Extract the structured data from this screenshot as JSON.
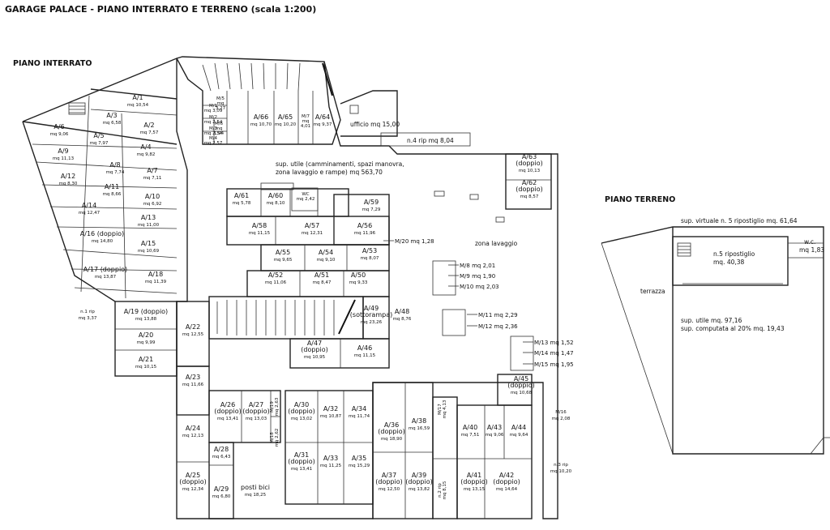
{
  "title": "GARAGE PALACE - PIANO INTERRATO E TERRENO (scala 1:200)",
  "sections": {
    "basement": "PIANO INTERRATO",
    "ground": "PIANO TERRENO"
  },
  "units": [
    {
      "id": "A1",
      "name": "A/1",
      "area": "mq 10,54"
    },
    {
      "id": "A2",
      "name": "A/2",
      "area": "mq 7,57"
    },
    {
      "id": "A3",
      "name": "A/3",
      "area": "mq 6,58"
    },
    {
      "id": "A4",
      "name": "A/4",
      "area": "mq 9,82"
    },
    {
      "id": "A5",
      "name": "A/5",
      "area": "mq 7,97"
    },
    {
      "id": "A6",
      "name": "A/6",
      "area": "mq 9,06"
    },
    {
      "id": "A7",
      "name": "A/7",
      "area": "mq 7,11"
    },
    {
      "id": "A8",
      "name": "A/8",
      "area": "mq 7,74"
    },
    {
      "id": "A9",
      "name": "A/9",
      "area": "mq 11,13"
    },
    {
      "id": "A10",
      "name": "A/10",
      "area": "mq 6,92"
    },
    {
      "id": "A11",
      "name": "A/11",
      "area": "mq 8,66"
    },
    {
      "id": "A12",
      "name": "A/12",
      "area": "mq 8,30"
    },
    {
      "id": "A13",
      "name": "A/13",
      "area": "mq 11,00"
    },
    {
      "id": "A14",
      "name": "A/14",
      "area": "mq 12,47"
    },
    {
      "id": "A15",
      "name": "A/15",
      "area": "mq 10,69"
    },
    {
      "id": "A16",
      "name": "A/16 (doppio)",
      "area": "mq 14,80"
    },
    {
      "id": "A17",
      "name": "A/17 (doppio)",
      "area": "mq 13,87"
    },
    {
      "id": "A18",
      "name": "A/18",
      "area": "mq 11,39"
    },
    {
      "id": "A19",
      "name": "A/19 (doppio)",
      "area": "mq 13,88"
    },
    {
      "id": "A20",
      "name": "A/20",
      "area": "mq 9,99"
    },
    {
      "id": "A21",
      "name": "A/21",
      "area": "mq 10,15"
    },
    {
      "id": "A22",
      "name": "A/22",
      "area": "mq 12,55"
    },
    {
      "id": "A23",
      "name": "A/23",
      "area": "mq 11,66"
    },
    {
      "id": "A24",
      "name": "A/24",
      "area": "mq 12,13"
    },
    {
      "id": "A25",
      "name": "A/25",
      "sub": "(doppio)",
      "area": "mq 12,34"
    },
    {
      "id": "A26",
      "name": "A/26",
      "sub": "(doppio)",
      "area": "mq 13,41"
    },
    {
      "id": "A27",
      "name": "A/27",
      "sub": "(doppio)",
      "area": "mq 13,03"
    },
    {
      "id": "A28",
      "name": "A/28",
      "area": "mq 6,43"
    },
    {
      "id": "A29",
      "name": "A/29",
      "area": "mq 6,80"
    },
    {
      "id": "A30",
      "name": "A/30",
      "sub": "(doppio)",
      "area": "mq 13,02"
    },
    {
      "id": "A31",
      "name": "A/31",
      "sub": "(doppio)",
      "area": "mq 13,41"
    },
    {
      "id": "A32",
      "name": "A/32",
      "area": "mq 10,87"
    },
    {
      "id": "A33",
      "name": "A/33",
      "area": "mq 11,25"
    },
    {
      "id": "A34",
      "name": "A/34",
      "area": "mq 11,74"
    },
    {
      "id": "A35",
      "name": "A/35",
      "area": "mq 15,29"
    },
    {
      "id": "A36",
      "name": "A/36",
      "sub": "(doppio)",
      "area": "mq 18,90"
    },
    {
      "id": "A37",
      "name": "A/37",
      "sub": "(doppio)",
      "area": "mq 12,50"
    },
    {
      "id": "A38",
      "name": "A/38",
      "area": "mq 16,59"
    },
    {
      "id": "A39",
      "name": "A/39",
      "sub": "(doppio)",
      "area": "mq 13,82"
    },
    {
      "id": "A40",
      "name": "A/40",
      "area": "mq 7,51"
    },
    {
      "id": "A41",
      "name": "A/41",
      "sub": "(doppio)",
      "area": "mq 13,15"
    },
    {
      "id": "A42",
      "name": "A/42",
      "sub": "(doppio)",
      "area": "mq 14,64"
    },
    {
      "id": "A43",
      "name": "A/43",
      "area": "mq 9,06"
    },
    {
      "id": "A44",
      "name": "A/44",
      "area": "mq 9,64"
    },
    {
      "id": "A45",
      "name": "A/45",
      "sub": "(doppio)",
      "area": "mq 10,68"
    },
    {
      "id": "A46",
      "name": "A/46",
      "area": "mq 11,15"
    },
    {
      "id": "A47",
      "name": "A/47",
      "sub": "(doppio)",
      "area": "mq 10,95"
    },
    {
      "id": "A48",
      "name": "A/48",
      "area": "mq 8,76"
    },
    {
      "id": "A49",
      "name": "A/49",
      "sub": "(sottorampa)",
      "area": "mq 23,26"
    },
    {
      "id": "A50",
      "name": "A/50",
      "area": "mq 9,33"
    },
    {
      "id": "A51",
      "name": "A/51",
      "area": "mq 8,47"
    },
    {
      "id": "A52",
      "name": "A/52",
      "area": "mq 11,06"
    },
    {
      "id": "A53",
      "name": "A/53",
      "area": "mq 8,07"
    },
    {
      "id": "A54",
      "name": "A/54",
      "area": "mq 9,10"
    },
    {
      "id": "A55",
      "name": "A/55",
      "area": "mq 9,65"
    },
    {
      "id": "A56",
      "name": "A/56",
      "area": "mq 11,96"
    },
    {
      "id": "A57",
      "name": "A/57",
      "area": "mq 12,31"
    },
    {
      "id": "A58",
      "name": "A/58",
      "area": "mq 11,15"
    },
    {
      "id": "A59",
      "name": "A/59",
      "area": "mq 7,29"
    },
    {
      "id": "A60",
      "name": "A/60",
      "area": "mq 8,10"
    },
    {
      "id": "A61",
      "name": "A/61",
      "area": "mq 5,78"
    },
    {
      "id": "A62",
      "name": "A/62",
      "sub": "(doppio)",
      "area": "mq 8,57"
    },
    {
      "id": "A63",
      "name": "A/63",
      "sub": "(doppio)",
      "area": "mq 10,13"
    },
    {
      "id": "A64",
      "name": "A/64",
      "area": "mq 9,37"
    },
    {
      "id": "A65",
      "name": "A/65",
      "area": "mq 10,20"
    },
    {
      "id": "A66",
      "name": "A/66",
      "area": "mq 10,70"
    },
    {
      "id": "M1",
      "name": "M/1",
      "area": "mq 3,09"
    },
    {
      "id": "M2",
      "name": "M/2",
      "area": "mq 2,54"
    },
    {
      "id": "M3",
      "name": "M/3",
      "area": "mq 2,54"
    },
    {
      "id": "M4",
      "name": "M/4",
      "area": "mq 2,57"
    },
    {
      "id": "M5",
      "name": "M/5",
      "sub": "mq",
      "area": "3,27"
    },
    {
      "id": "M6",
      "name": "M/6",
      "sub": "mq",
      "area": "1,94"
    },
    {
      "id": "M7",
      "name": "M/7",
      "sub": "mq",
      "area": "4,01"
    },
    {
      "id": "M18",
      "name": "M/18",
      "area": "mq 2,62"
    },
    {
      "id": "M19",
      "name": "M/19",
      "area": "mq 2,63"
    },
    {
      "id": "M17",
      "name": "M/17",
      "area": "mq 4,13"
    },
    {
      "id": "WC",
      "name": "WC",
      "area": "mq 2,42"
    },
    {
      "id": "RIP2",
      "name": "n.2 rip",
      "area": "mq 8,15"
    }
  ],
  "sideLabels": [
    {
      "id": "M8",
      "name": "M/8",
      "area": "mq 2,01"
    },
    {
      "id": "M9",
      "name": "M/9",
      "area": "mq 1,90"
    },
    {
      "id": "M10",
      "name": "M/10",
      "area": "mq 2,03"
    },
    {
      "id": "M11",
      "name": "M/11",
      "area": "mq 2,29"
    },
    {
      "id": "M12",
      "name": "M/12",
      "area": "mq 2,36"
    },
    {
      "id": "M13",
      "name": "M/13",
      "area": "mq 1,52"
    },
    {
      "id": "M14",
      "name": "M/14",
      "area": "mq 1,47"
    },
    {
      "id": "M15",
      "name": "M/15",
      "area": "mq 1,95"
    },
    {
      "id": "M20",
      "name": "M/20",
      "area": "mq 1,28"
    }
  ],
  "notes": {
    "ufficio": "ufficio mq 15,00",
    "rip4": "n.4 rip mq 8,04",
    "sup_utile_1": "sup. utile (camminamenti, spazi manovra,",
    "sup_utile_2": "zona lavaggio e rampe) mq 563,70",
    "zona_lavaggio": "zona lavaggio",
    "rip1_a": "n.1 rip",
    "rip1_b": "mq 3,37",
    "rip3_a": "n.3 rip",
    "rip3_b": "mq 10,20",
    "m16_a": "M/16",
    "m16_b": "mq 2,08",
    "posti_bici": "posti bici",
    "posti_bici_area": "mq 18,25"
  },
  "ground": {
    "sup_virtuale": "sup. virtuale n. 5 ripostiglio mq. 61,64",
    "rip5_a": "n.5 ripostiglio",
    "rip5_b": "mq. 40,38",
    "wc_a": "w.c.",
    "wc_b": "mq 1,83",
    "terrazza": "terrazza",
    "sup_utile": "sup. utile mq. 97,16",
    "sup_computata": "sup. computata al 20% mq. 19,43"
  }
}
